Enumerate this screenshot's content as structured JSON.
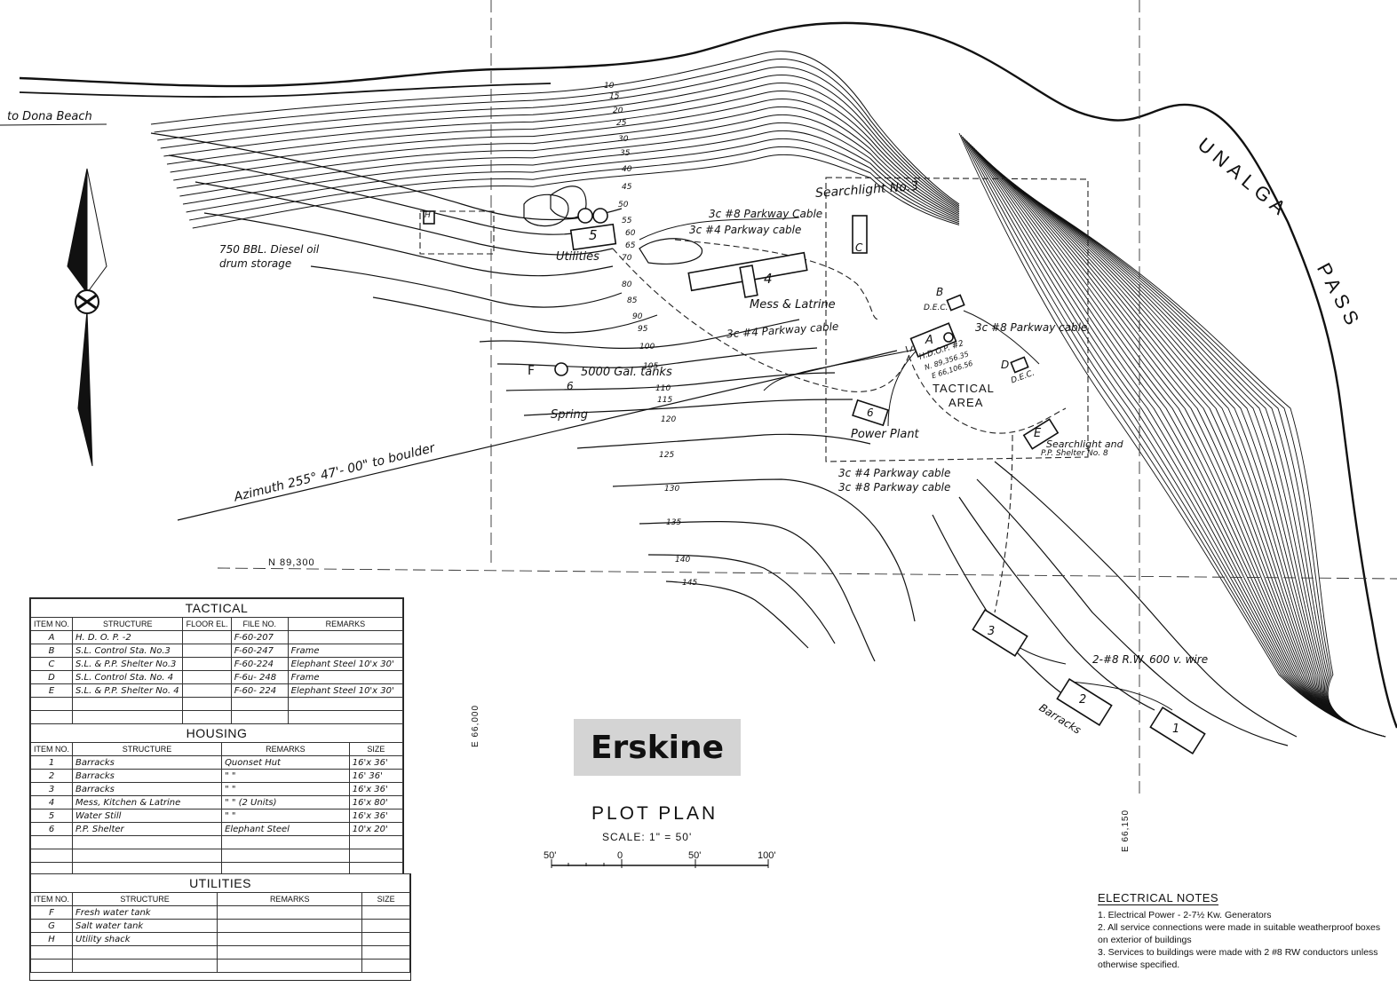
{
  "map": {
    "water_labels": {
      "unalga": "UNALGA",
      "pass": "PASS"
    },
    "road_label": "to Dona Beach",
    "azimuth": "Azimuth 255° 47'- 00\" to boulder",
    "grid": {
      "north": "N 89,300",
      "east1": "E 66,000",
      "east2": "E 66,150"
    },
    "contours": [
      "10",
      "15",
      "20",
      "25",
      "30",
      "35",
      "40",
      "45",
      "50",
      "55",
      "60",
      "65",
      "70",
      "80",
      "85",
      "90",
      "95",
      "100",
      "105",
      "110",
      "115",
      "120",
      "125",
      "130",
      "135",
      "140",
      "145"
    ],
    "labels": {
      "searchlight3": "Searchlight No.3",
      "cable_a1": "3c #8 Parkway Cable",
      "cable_a2": "3c #4 Parkway cable",
      "diesel1": "750 BBL. Diesel oil",
      "diesel2": "drum storage",
      "utilities": "Utilities",
      "mess": "Mess & Latrine",
      "cable_b": "3c #4 Parkway cable",
      "cable_c": "3c #8 Parkway cable",
      "dec1": "D.E.C.",
      "dec2": "D.E.C.",
      "hdop1": "H.D.O.P. #2",
      "hdop2": "N. 89,356.35",
      "hdop3": "E 66,106.56",
      "tactical1": "TACTICAL",
      "tactical2": "AREA",
      "tanks": "5000 Gal. tanks",
      "spring": "Spring",
      "power": "Power Plant",
      "sl8a": "Searchlight and",
      "sl8b": "P.P. Shelter No. 8",
      "cable_d": "3c #4 Parkway cable",
      "cable_e": "3c #8 Parkway cable",
      "wire": "2-#8 R.W. 600 v. wire",
      "barracks": "Barracks"
    },
    "building_ids": {
      "b1": "1",
      "b2": "2",
      "b3": "3",
      "b4": "4",
      "b5": "5",
      "b6": "6",
      "bA": "A",
      "bB": "B",
      "bC": "C",
      "bD": "D",
      "bE": "E",
      "bF": "F",
      "bG": "6",
      "bH": "H"
    }
  },
  "tactical_table": {
    "title": "TACTICAL",
    "headers": [
      "ITEM NO.",
      "STRUCTURE",
      "FLOOR EL.",
      "FILE NO.",
      "REMARKS"
    ],
    "rows": [
      [
        "A",
        "H. D. O. P. -2",
        "",
        "F-60-207",
        ""
      ],
      [
        "B",
        "S.L. Control Sta. No.3",
        "",
        "F-60-247",
        "Frame"
      ],
      [
        "C",
        "S.L. & P.P. Shelter No.3",
        "",
        "F-60-224",
        "Elephant Steel 10'x 30'"
      ],
      [
        "D",
        "S.L. Control Sta. No. 4",
        "",
        "F-6u- 248",
        "Frame"
      ],
      [
        "E",
        "S.L. & P.P. Shelter No. 4",
        "",
        "F-60- 224",
        "Elephant Steel 10'x 30'"
      ]
    ]
  },
  "housing_table": {
    "title": "HOUSING",
    "headers": [
      "ITEM NO.",
      "STRUCTURE",
      "REMARKS",
      "SIZE"
    ],
    "rows": [
      [
        "1",
        "Barracks",
        "Quonset Hut",
        "16'x 36'"
      ],
      [
        "2",
        "Barracks",
        "\"      \"",
        "16' 36'"
      ],
      [
        "3",
        "Barracks",
        "\"      \"",
        "16'x 36'"
      ],
      [
        "4",
        "Mess, Kitchen & Latrine",
        "\"      \"   (2 Units)",
        "16'x 80'"
      ],
      [
        "5",
        "Water Still",
        "\"      \"",
        "16'x 36'"
      ],
      [
        "6",
        "P.P. Shelter",
        "Elephant Steel",
        "10'x 20'"
      ]
    ]
  },
  "utilities_table": {
    "title": "UTILITIES",
    "headers": [
      "ITEM NO.",
      "STRUCTURE",
      "REMARKS",
      "SIZE"
    ],
    "rows": [
      [
        "F",
        "Fresh water tank",
        "",
        ""
      ],
      [
        "G",
        "Salt water tank",
        "",
        ""
      ],
      [
        "H",
        "Utility shack",
        "",
        ""
      ]
    ]
  },
  "badge": "Erskine",
  "plot_plan": {
    "title": "PLOT PLAN",
    "scale": "SCALE: 1\" = 50'",
    "ticks": [
      "50'",
      "0",
      "50'",
      "100'"
    ]
  },
  "electrical_notes": {
    "title": "ELECTRICAL NOTES",
    "items": [
      "1.   Electrical Power - 2-7½ Kw. Generators",
      "2.   All service connections were made in suitable weatherproof boxes on exterior of buildings",
      "3.   Services to buildings were made with 2 #8 RW conductors unless otherwise specified."
    ]
  }
}
